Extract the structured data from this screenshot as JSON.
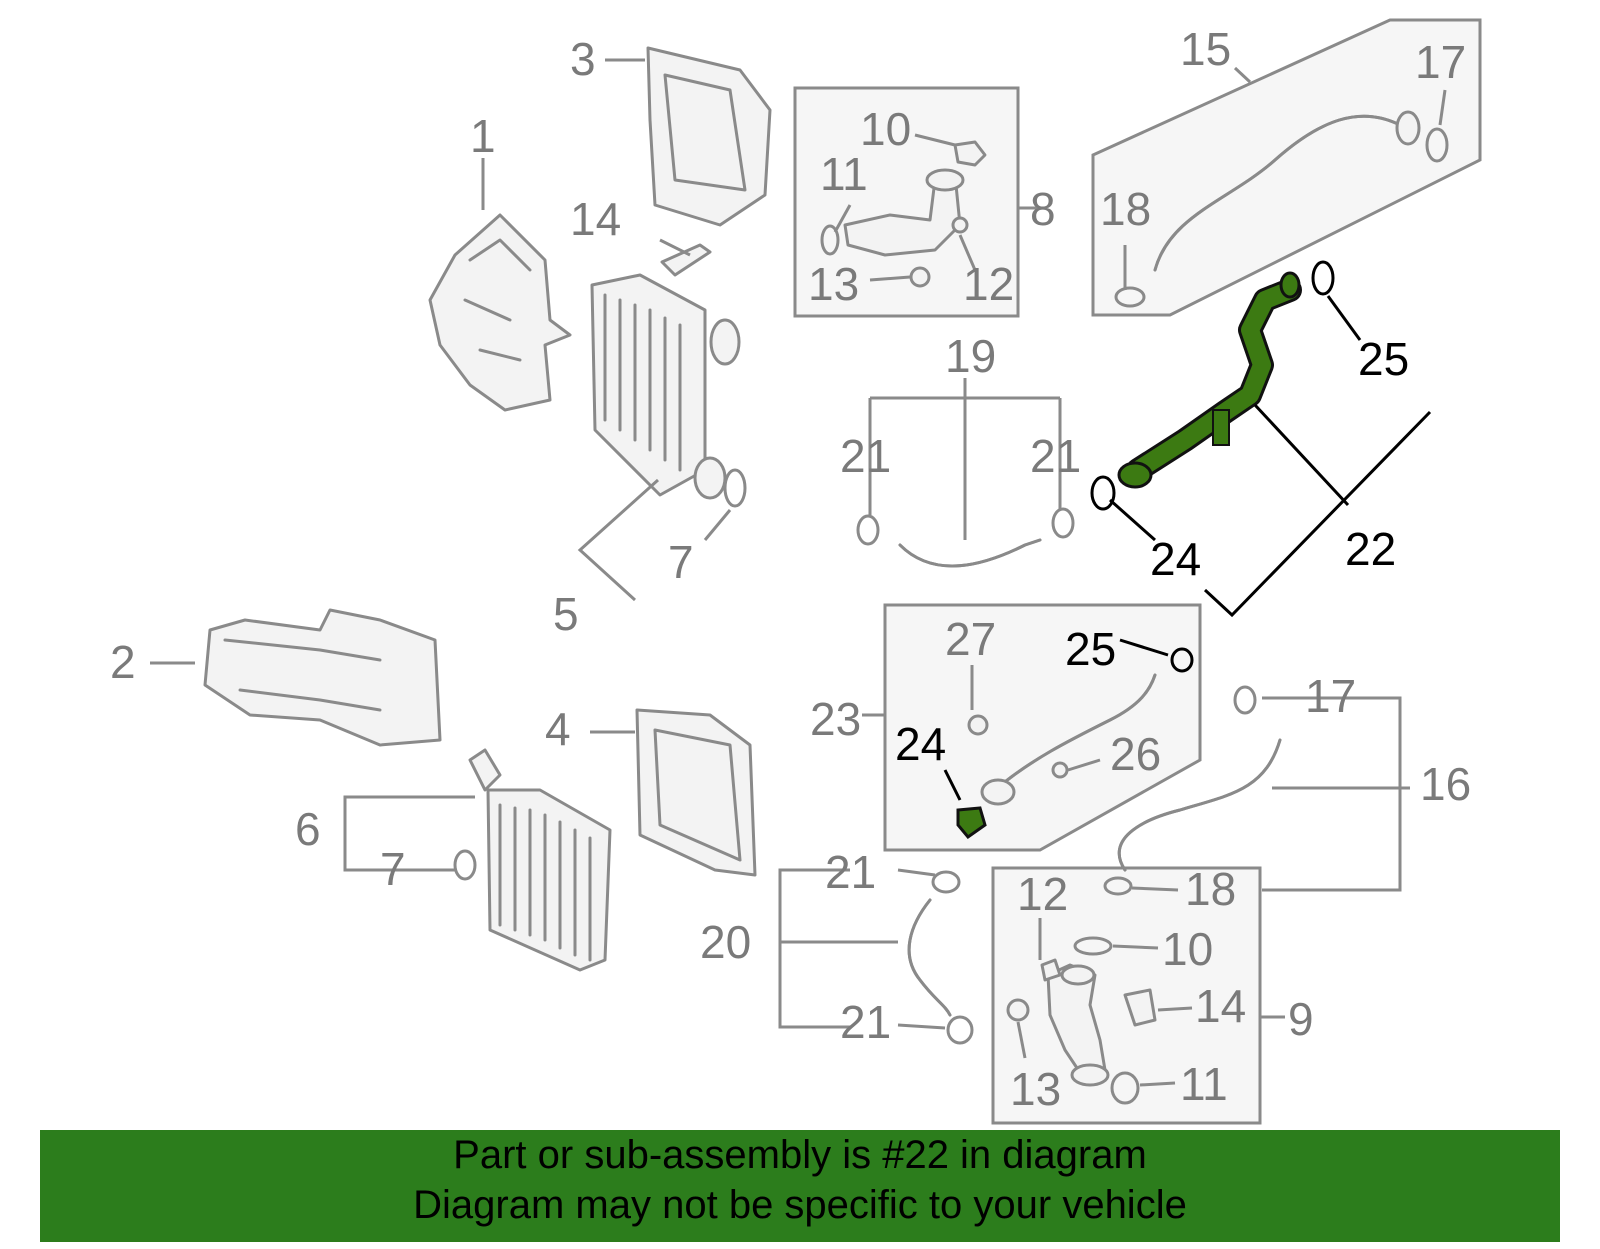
{
  "labels": {
    "l1": "1",
    "l2": "2",
    "l3": "3",
    "l4": "4",
    "l5": "5",
    "l6": "6",
    "l7a": "7",
    "l7b": "7",
    "l8": "8",
    "l9": "9",
    "l10a": "10",
    "l10b": "10",
    "l11a": "11",
    "l11b": "11",
    "l12a": "12",
    "l12b": "12",
    "l13a": "13",
    "l13b": "13",
    "l14a": "14",
    "l14b": "14",
    "l15": "15",
    "l16": "16",
    "l17a": "17",
    "l17b": "17",
    "l18a": "18",
    "l18b": "18",
    "l19": "19",
    "l20": "20",
    "l21a": "21",
    "l21b": "21",
    "l21c": "21",
    "l21d": "21",
    "l22": "22",
    "l23": "23",
    "l24a": "24",
    "l24b": "24",
    "l25a": "25",
    "l25b": "25",
    "l26": "26",
    "l27": "27"
  },
  "footer": {
    "line1": "Part or sub-assembly is #22 in diagram",
    "line2": "Diagram may not be specific to your vehicle"
  },
  "colors": {
    "highlight_part": "#3c7a12",
    "footer_background": "#2c7d1c",
    "part_outline": "#8a8a8a"
  }
}
